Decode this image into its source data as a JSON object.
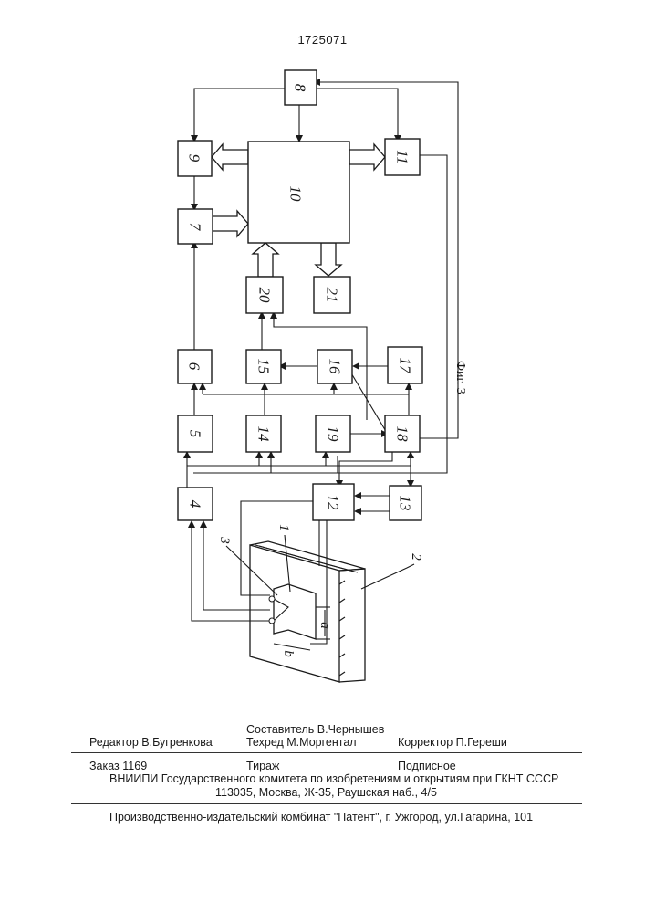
{
  "document_number": "1725071",
  "figure_label": "Фиг. 3",
  "blocks": [
    {
      "id": "8",
      "label": "8"
    },
    {
      "id": "9",
      "label": "9"
    },
    {
      "id": "10",
      "label": "10"
    },
    {
      "id": "11",
      "label": "11"
    },
    {
      "id": "7",
      "label": "7"
    },
    {
      "id": "20",
      "label": "20"
    },
    {
      "id": "21",
      "label": "21"
    },
    {
      "id": "6",
      "label": "6"
    },
    {
      "id": "15",
      "label": "15"
    },
    {
      "id": "16",
      "label": "16"
    },
    {
      "id": "17",
      "label": "17"
    },
    {
      "id": "5",
      "label": "5"
    },
    {
      "id": "14",
      "label": "14"
    },
    {
      "id": "19",
      "label": "19"
    },
    {
      "id": "18",
      "label": "18"
    },
    {
      "id": "4",
      "label": "4"
    },
    {
      "id": "12",
      "label": "12"
    },
    {
      "id": "13",
      "label": "13"
    }
  ],
  "part_labels": {
    "p1": "1",
    "p2": "2",
    "p3": "3",
    "dim_a": "a",
    "dim_b": "b"
  },
  "imprint": {
    "compiler": "Составитель В.Чернышев",
    "editor": "Редактор  В.Бугренкова",
    "techred": "Техред М.Моргентал",
    "corrector": "Корректор П.Гереши",
    "order": "Заказ 1169",
    "circulation": "Тираж",
    "subscription": "Подписное",
    "vniipi": "ВНИИПИ Государственного комитета по изобретениям и открытиям при ГКНТ СССР",
    "address": "113035, Москва, Ж-35, Раушская наб., 4/5",
    "publisher": "Производственно-издательский комбинат \"Патент\", г. Ужгород, ул.Гагарина, 101"
  }
}
